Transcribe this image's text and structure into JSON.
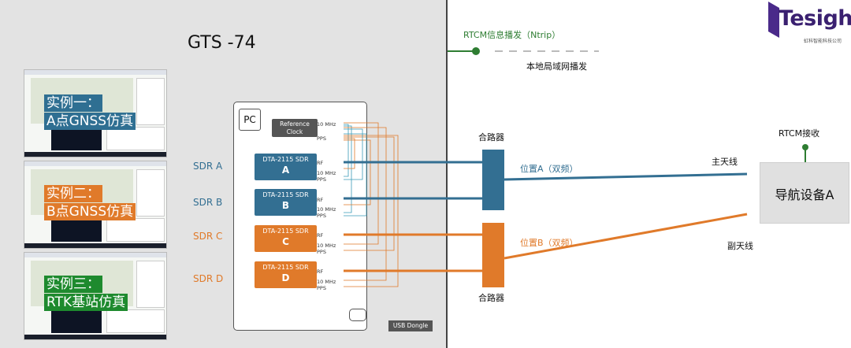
{
  "title": "GTS -74",
  "instances": [
    {
      "label_line1": "实例一：",
      "label_line2": "A点GNSS仿真",
      "color": "#2f6f92"
    },
    {
      "label_line1": "实例二：",
      "label_line2": "B点GNSS仿真",
      "color": "#e07a2a"
    },
    {
      "label_line1": "实例三：",
      "label_line2": "RTK基站仿真",
      "color": "#1e8a2e"
    }
  ],
  "pc_label": "PC",
  "reference_clock": {
    "line1": "Reference",
    "line2": "Clock",
    "ports": [
      "10 MHz",
      "PPS"
    ]
  },
  "sdr_boards": [
    {
      "model": "DTA-2115 SDR",
      "letter": "A",
      "color": "#336f92",
      "ports": [
        "RF",
        "10 MHz",
        "PPS"
      ]
    },
    {
      "model": "DTA-2115 SDR",
      "letter": "B",
      "color": "#336f92",
      "ports": [
        "RF",
        "10 MHz",
        "PPS"
      ]
    },
    {
      "model": "DTA-2115 SDR",
      "letter": "C",
      "color": "#e07a2a",
      "ports": [
        "RF",
        "10 MHz",
        "PPS"
      ]
    },
    {
      "model": "DTA-2115 SDR",
      "letter": "D",
      "color": "#e07a2a",
      "ports": [
        "RF",
        "10 MHz",
        "PPS"
      ]
    }
  ],
  "sdr_labels": [
    {
      "text": "SDR A",
      "color": "#336f92"
    },
    {
      "text": "SDR B",
      "color": "#336f92"
    },
    {
      "text": "SDR C",
      "color": "#e07a2a"
    },
    {
      "text": "SDR D",
      "color": "#e07a2a"
    }
  ],
  "usb_dongle": "USB Dongle",
  "rtcm_broadcast": "RTCM信息播发（Ntrip）",
  "lan_broadcast": "本地局域网播发",
  "combiner_top": "合路器",
  "combiner_bottom": "合路器",
  "position_a": "位置A（双频）",
  "position_b": "位置B（双频）",
  "main_antenna": "主天线",
  "sub_antenna": "副天线",
  "rtcm_receive": "RTCM接收",
  "nav_device": "导航设备A",
  "logo": {
    "text": "Tesight",
    "subtitle": "虹科智能科技公司"
  },
  "colors": {
    "blue": "#336f92",
    "orange": "#e07a2a",
    "green": "#1e8a2e",
    "panel": "#e3e3e3"
  }
}
